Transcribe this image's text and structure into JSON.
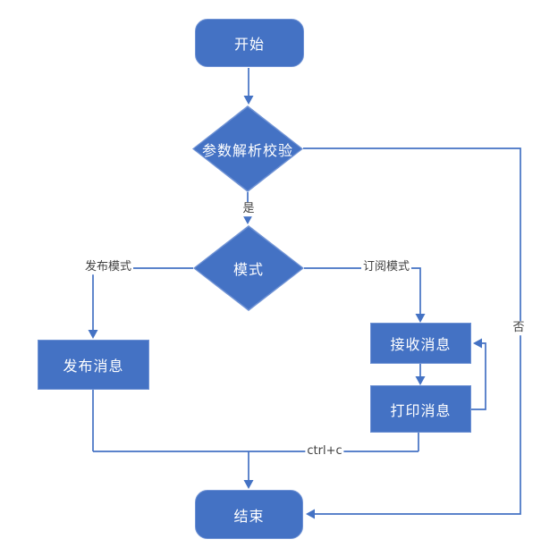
{
  "diagram": {
    "nodes": {
      "start": {
        "label": "开始"
      },
      "validate": {
        "label": "参数解析校验"
      },
      "mode": {
        "label": "模式"
      },
      "publish": {
        "label": "发布消息"
      },
      "receive": {
        "label": "接收消息"
      },
      "print": {
        "label": "打印消息"
      },
      "end": {
        "label": "结束"
      }
    },
    "edge_labels": {
      "yes": "是",
      "no": "否",
      "publish_mode": "发布模式",
      "subscribe_mode": "订阅模式",
      "ctrl_c": "ctrl+c"
    }
  },
  "colors": {
    "shape_fill": "#4472C4",
    "shape_border": "#6F92D4",
    "connector": "#4472C4",
    "label_text": "#404040",
    "shape_text": "#FFFFFF",
    "background": "#FFFFFF"
  }
}
